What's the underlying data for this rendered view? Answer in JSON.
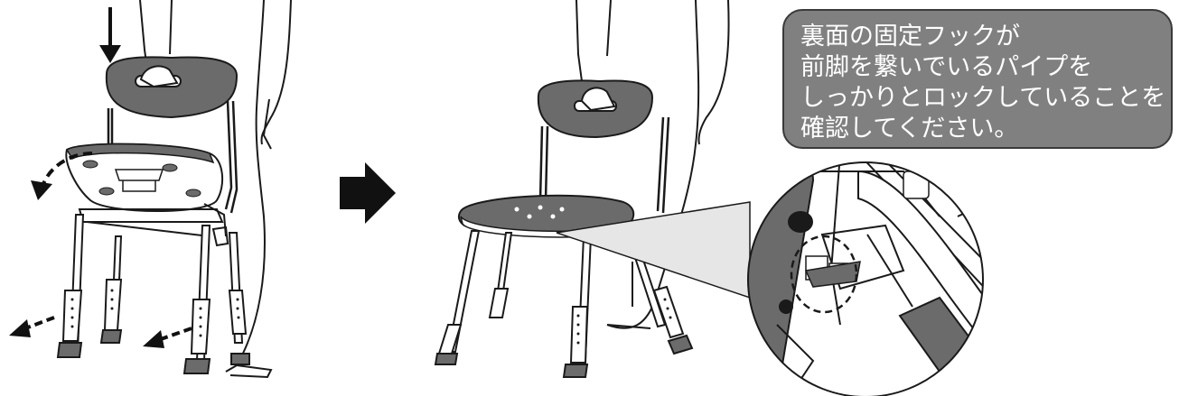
{
  "callout": {
    "lines": [
      "裏面の固定フックが",
      "前脚を繋いでいるパイプを",
      "しっかりとロックしていることを",
      "確認してください。"
    ]
  },
  "colors": {
    "ink": "#1a1a1a",
    "seat_gray": "#6b6b6b",
    "callout_fill": "#808080",
    "callout_text": "#ffffff",
    "arrow": "#111111"
  },
  "icons": [
    "down-arrow-icon",
    "curved-dashed-arrow-icon",
    "dashed-arrow-icon",
    "right-arrow-icon"
  ]
}
